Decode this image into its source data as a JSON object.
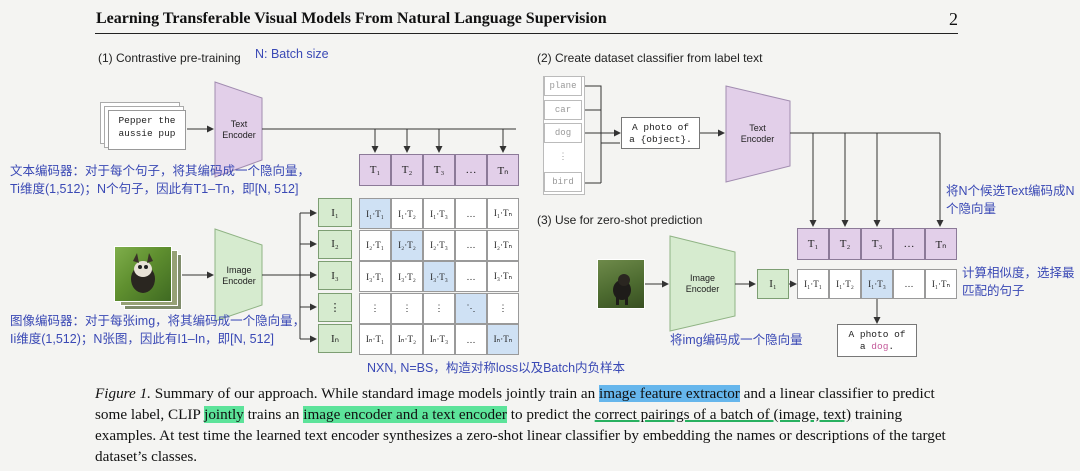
{
  "header": {
    "title": "Learning Transferable Visual Models From Natural Language Supervision",
    "page_number": "2"
  },
  "panel1": {
    "title": "(1) Contrastive pre-training",
    "batch_note": "N: Batch size",
    "text_input": [
      "Pepper the",
      "aussie pup"
    ],
    "text_encoder": [
      "Text",
      "Encoder"
    ],
    "image_encoder": [
      "Image",
      "Encoder"
    ],
    "text_cells": [
      "T₁",
      "T₂",
      "T₃",
      "…",
      "Tₙ"
    ],
    "image_cells": [
      "I₁",
      "I₂",
      "I₃",
      "⋮",
      "Iₙ"
    ],
    "matrix": [
      [
        "I₁·T₁",
        "I₁·T₂",
        "I₁·T₃",
        "…",
        "I₁·Tₙ"
      ],
      [
        "I₂·T₁",
        "I₂·T₂",
        "I₂·T₃",
        "…",
        "I₂·Tₙ"
      ],
      [
        "I₃·T₁",
        "I₃·T₂",
        "I₃·T₃",
        "…",
        "I₃·Tₙ"
      ],
      [
        "⋮",
        "⋮",
        "⋮",
        "⋱",
        "⋮"
      ],
      [
        "Iₙ·T₁",
        "Iₙ·T₂",
        "Iₙ·T₃",
        "…",
        "Iₙ·Tₙ"
      ]
    ],
    "note_text": [
      "文本编码器：对于每个句子，将其编码成一个隐向量，",
      "Ti维度(1,512)；N个句子，因此有T1–Tn，即[N, 512]"
    ],
    "note_image": [
      "图像编码器：对于每张img，将其编码成一个隐向量，",
      "Ii维度(1,512)；N张图，因此有I1–In，即[N, 512]"
    ],
    "note_loss": "NXN, N=BS，构造对称loss以及Batch内负样本"
  },
  "panel2": {
    "title": "(2) Create dataset classifier from label text",
    "labels": [
      "plane",
      "car",
      "dog",
      "⋮",
      "bird"
    ],
    "prompt": [
      "A photo of",
      "a {object}."
    ],
    "text_encoder": [
      "Text",
      "Encoder"
    ],
    "note": [
      "将N个候选Text编码成N",
      "个隐向量"
    ]
  },
  "panel3": {
    "title": "(3) Use for zero-shot prediction",
    "image_encoder": [
      "Image",
      "Encoder"
    ],
    "image_cell": "I₁",
    "text_cells": [
      "T₁",
      "T₂",
      "T₃",
      "…",
      "Tₙ"
    ],
    "score_cells": [
      "I₁·T₁",
      "I₁·T₂",
      "I₁·T₃",
      "…",
      "I₁·Tₙ"
    ],
    "result": [
      "A photo of",
      "a ",
      "dog",
      "."
    ],
    "note_img": "将img编码成一个隐向量",
    "note_sim": [
      "计算相似度，选择最",
      "匹配的句子"
    ]
  },
  "caption": {
    "fig": "Figure 1.",
    "p1": " Summary of our approach. While standard image models jointly train an ",
    "hl1": "image feature extractor",
    "p2": " and a linear classifier to predict some label, CLIP ",
    "hl2": "jointly",
    "p3": " trains an ",
    "hl3": "image encoder and a text encoder",
    "p4": " to predict the ",
    "ul1": "correct pairings of a batch of (image, text)",
    "p5": " training examples. At test time the learned text encoder synthesizes a zero-shot linear classifier by embedding the names or descriptions of the target dataset’s classes."
  },
  "colors": {
    "text_encoder": "#e2cfe9",
    "image_encoder": "#d6ebcf",
    "diagonal": "#cfe1f4",
    "note": "#3a49b5",
    "highlight_blue": "#66b6ec",
    "highlight_green": "#5ce39a"
  }
}
